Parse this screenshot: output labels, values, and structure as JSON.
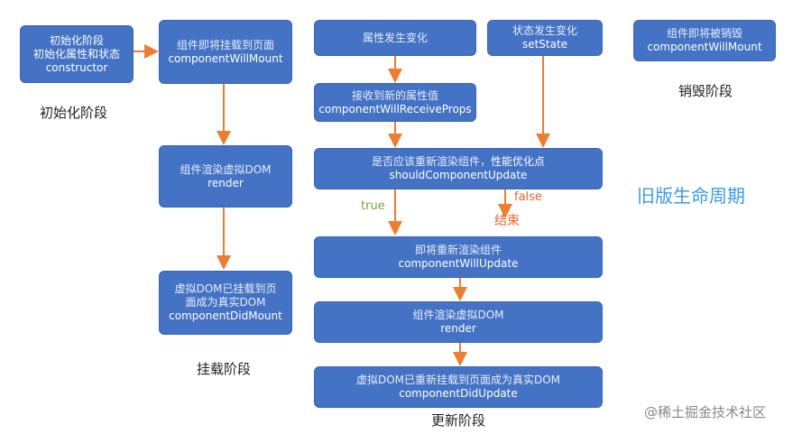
{
  "mount": {
    "init_box": {
      "l1": "初始化阶段",
      "l2": "初始化属性和状态",
      "l3": "constructor"
    },
    "will_mount": {
      "l1": "组件即将挂载到页面",
      "l2": "componentWillMount"
    },
    "render": {
      "l1": "组件渲染虚拟DOM",
      "l2": "render"
    },
    "did_mount": {
      "l1": "虚拟DOM已挂载到页",
      "l2": "面成为真实DOM",
      "l3": "componentDidMount"
    },
    "init_label": "初始化阶段",
    "mount_label": "挂载阶段"
  },
  "update": {
    "props_change": "属性发生变化",
    "state_change": {
      "l1": "状态发生变化",
      "l2": "setState"
    },
    "receive_props": {
      "l1": "接收到新的属性值",
      "l2": "componentWillReceiveProps"
    },
    "should_update": {
      "l1": "是否应该重新渲染组件，",
      "l1b": "性能优化点",
      "l2": "shouldComponentUpdate"
    },
    "true_label": "true",
    "false_label": "false",
    "end_label": "结束",
    "will_update": {
      "l1": "即将重新渲染组件",
      "l2": "componentWillUpdate"
    },
    "render": {
      "l1": "组件渲染虚拟DOM",
      "l2": "render"
    },
    "did_update": {
      "l1": "虚拟DOM已重新挂载到页面成为真实DOM",
      "l2": "componentDidUpdate"
    },
    "update_label": "更新阶段"
  },
  "unmount": {
    "box": {
      "l1": "组件即将被销毁",
      "l2": "componentWillMount"
    },
    "label": "销毁阶段"
  },
  "title": "旧版生命周期",
  "watermark": "@稀土掘金技术社区",
  "colors": {
    "box": "#4472c4",
    "arrow": "#ed7d31",
    "title": "#3d9ae8",
    "true": "#6fa83b",
    "false": "#e2662b"
  }
}
